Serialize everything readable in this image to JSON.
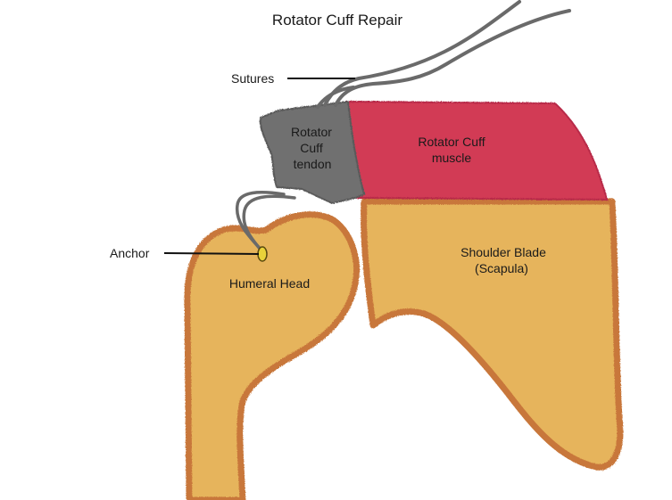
{
  "title": "Rotator Cuff Repair",
  "labels": {
    "sutures": "Sutures",
    "anchor": "Anchor",
    "tendon_line1": "Rotator",
    "tendon_line2": "Cuff",
    "tendon_line3": "tendon",
    "muscle_line1": "Rotator Cuff",
    "muscle_line2": "muscle",
    "humeral_head": "Humeral Head",
    "scapula_line1": "Shoulder Blade",
    "scapula_line2": "(Scapula)"
  },
  "colors": {
    "bone_fill": "#e6b45c",
    "bone_edge": "#c8773a",
    "muscle_fill": "#d23a55",
    "tendon_fill": "#6f6f6f",
    "suture": "#6a6a6a",
    "anchor": "#e8d23a"
  }
}
